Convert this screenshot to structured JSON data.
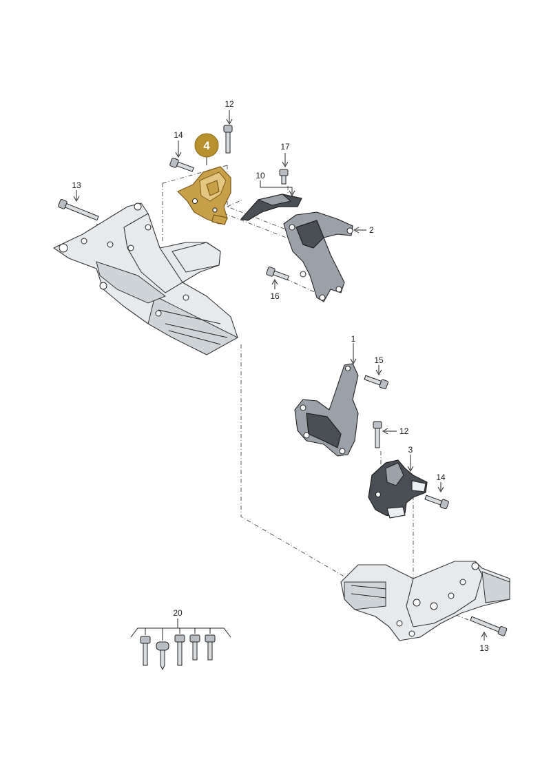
{
  "callouts": {
    "c1": "1",
    "c2": "2",
    "c3": "3",
    "c4": "4",
    "c10": "10",
    "c12_top": "12",
    "c12_mid": "12",
    "c13_left": "13",
    "c13_right": "13",
    "c14_top": "14",
    "c14_right": "14",
    "c15": "15",
    "c16": "16",
    "c17": "17",
    "c20": "20"
  },
  "colors": {
    "highlight": "#c9a04a",
    "badge": "#b8912e",
    "line": "#222222"
  }
}
